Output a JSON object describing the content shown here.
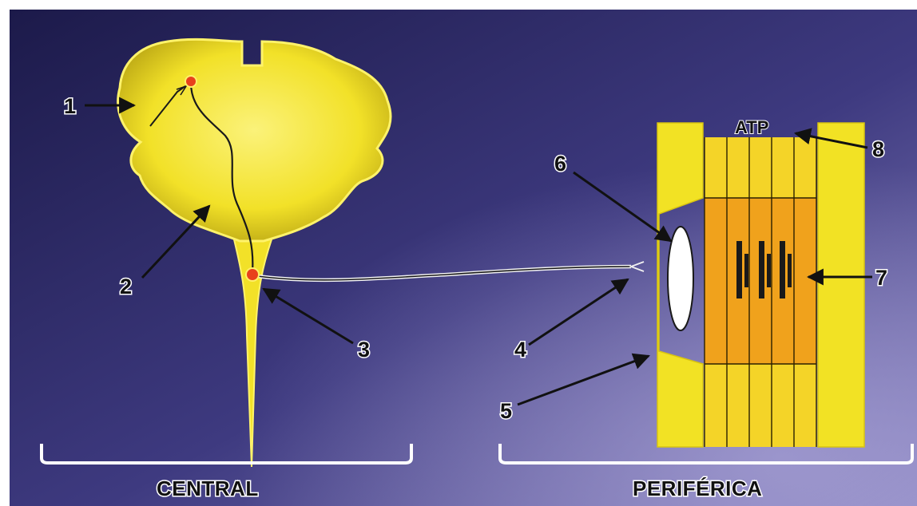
{
  "diagram": {
    "numbers": {
      "n1": "1",
      "n2": "2",
      "n3": "3",
      "n4": "4",
      "n5": "5",
      "n6": "6",
      "n7": "7",
      "n8": "8"
    },
    "atp_label": "ATP",
    "central_label": "CENTRAL",
    "peripheral_label": "PERIFÉRICA",
    "colors": {
      "background_dark": "#1c1a4a",
      "background_light": "#7a74b4",
      "brain_yellow": "#f5e83a",
      "muscle_yellow": "#f2e224",
      "muscle_orange": "#f0a21c",
      "neuron_red": "#e8411c"
    }
  }
}
